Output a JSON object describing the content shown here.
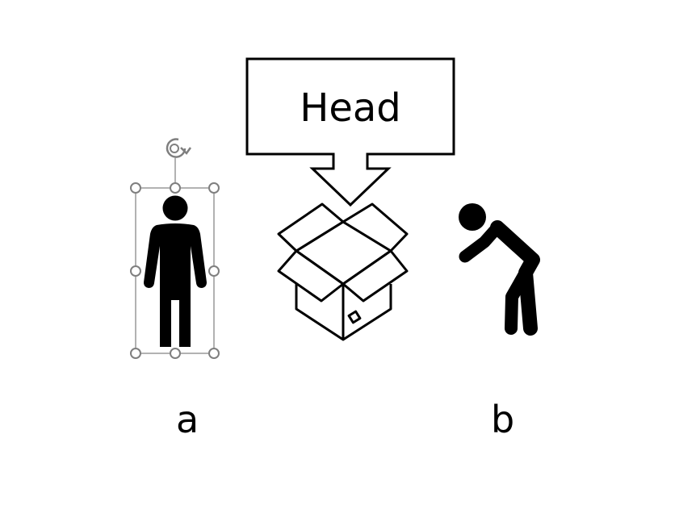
{
  "callout": {
    "text": "Head"
  },
  "labels": {
    "a": "a",
    "b": "b"
  },
  "selection": {
    "target": "standing-person",
    "handles": 8,
    "rotate_handle": true
  },
  "colors": {
    "ink": "#000000",
    "handle": "#7f7f7f",
    "background": "#ffffff"
  },
  "icons": [
    "standing-person-icon",
    "open-box-icon",
    "bending-person-icon",
    "rotate-handle-icon"
  ]
}
